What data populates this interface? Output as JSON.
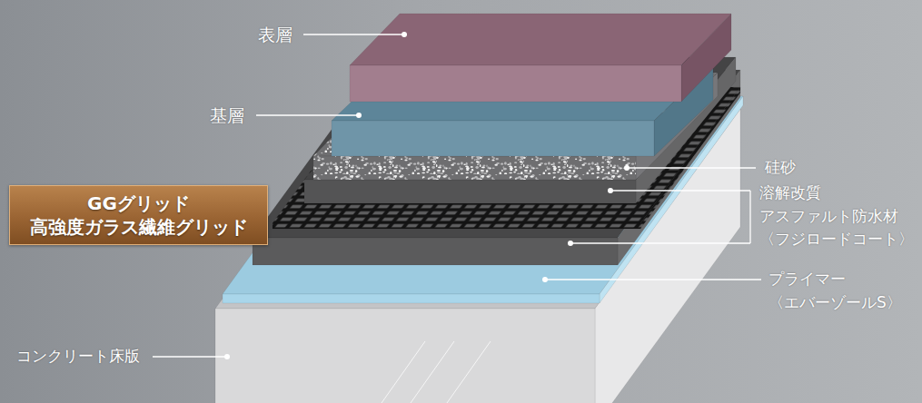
{
  "diagram": {
    "nodes": [
      {
        "text": [
          "GGグリッド 高強度ガラス繊維グリッド"
        ]
      }
    ],
    "labels": [
      "表層",
      "基層",
      "硅砂",
      "溶解改質 アスファルト防水材 〈フジロードコート〉",
      "プライマー 〈エバーゾールS〉",
      "コンクリート床版"
    ]
  }
}
